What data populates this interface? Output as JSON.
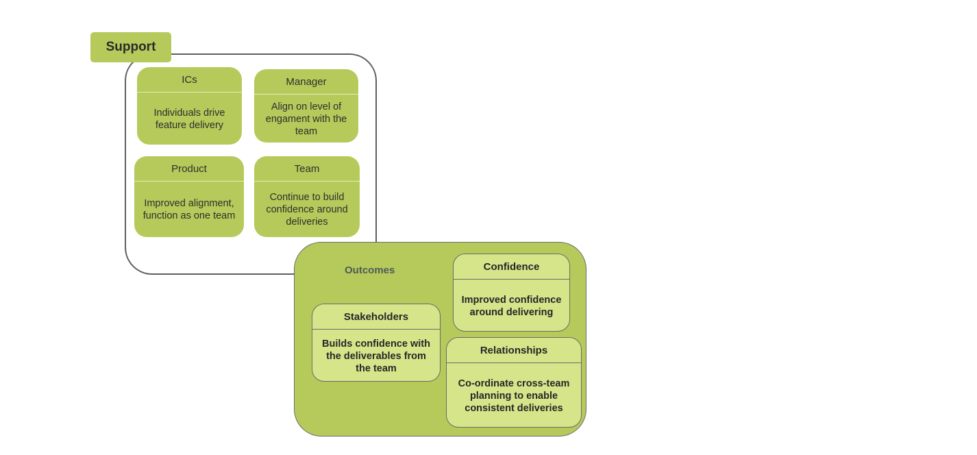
{
  "support": {
    "title": "Support",
    "cards": [
      {
        "heading": "ICs",
        "text": "Individuals drive feature delivery"
      },
      {
        "heading": "Manager",
        "text": "Align on level of engament with the team"
      },
      {
        "heading": "Product",
        "text": "Improved alignment, function as one team"
      },
      {
        "heading": "Team",
        "text": "Continue to build confidence around deliveries"
      }
    ]
  },
  "outcomes": {
    "title": "Outcomes",
    "cards": [
      {
        "heading": "Confidence",
        "text": "Improved confidence around delivering"
      },
      {
        "heading": "Stakeholders",
        "text": "Builds confidence with the deliverables from the team"
      },
      {
        "heading": "Relationships",
        "text": "Co-ordinate cross-team planning to enable consistent deliveries"
      }
    ]
  },
  "colors": {
    "support_fill": "#b5ca5a",
    "outcome_card_fill": "#d6e48a",
    "frame_stroke": "#5e5e5e"
  }
}
